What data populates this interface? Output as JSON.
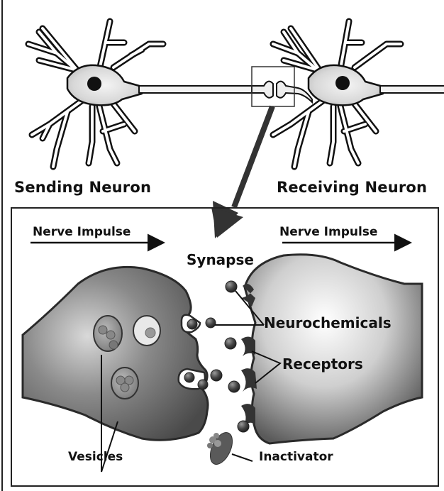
{
  "diagram": {
    "title_labels": {
      "sending": "Sending Neuron",
      "receiving": "Receiving Neuron"
    },
    "inset": {
      "impulse_left": "Nerve Impulse",
      "impulse_right": "Nerve Impulse",
      "synapse": "Synapse",
      "neurochemicals": "Neurochemicals",
      "receptors": "Receptors",
      "vesicles": "Vesicles",
      "inactivator": "Inactivator"
    },
    "colors": {
      "ink": "#111111",
      "membrane_dark": "#3a3a3a",
      "cell_fill": "#8a8a8a",
      "molecule": "#4a4a4a",
      "background": "#ffffff"
    }
  }
}
